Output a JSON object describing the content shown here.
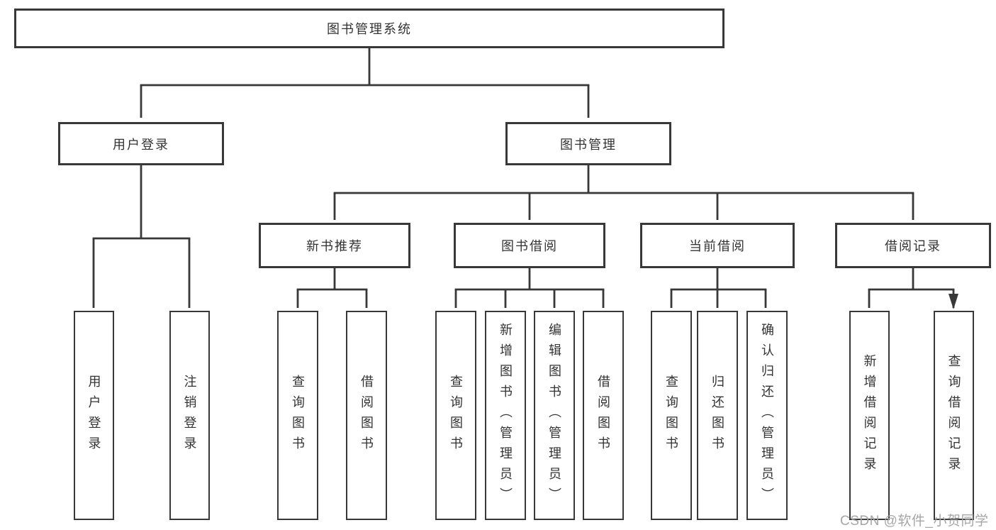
{
  "tree": {
    "label": "图书管理系统",
    "children": [
      {
        "label": "用户登录",
        "children": [
          {
            "label": "用户登录"
          },
          {
            "label": "注销登录"
          }
        ]
      },
      {
        "label": "图书管理",
        "children": [
          {
            "label": "新书推荐",
            "children": [
              {
                "label": "查询图书"
              },
              {
                "label": "借阅图书"
              }
            ]
          },
          {
            "label": "图书借阅",
            "children": [
              {
                "label": "查询图书"
              },
              {
                "label": "新增图书（管理员）"
              },
              {
                "label": "编辑图书（管理员）"
              },
              {
                "label": "借阅图书"
              }
            ]
          },
          {
            "label": "当前借阅",
            "children": [
              {
                "label": "查询图书"
              },
              {
                "label": "归还图书"
              },
              {
                "label": "确认归还（管理员）"
              }
            ]
          },
          {
            "label": "借阅记录",
            "children": [
              {
                "label": "新增借阅记录"
              },
              {
                "label": "查询借阅记录"
              }
            ]
          }
        ]
      }
    ]
  },
  "watermark": {
    "text": "CSDN @软件_小贺同学"
  },
  "colors": {
    "line": "#383838",
    "text": "#333333",
    "watermark": "#a6a6a6",
    "background": "#ffffff"
  }
}
